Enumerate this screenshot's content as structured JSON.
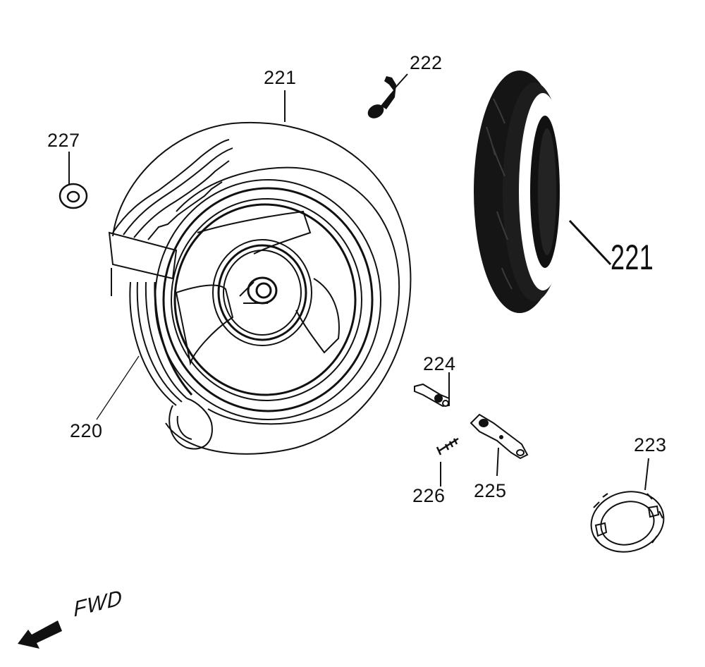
{
  "diagram": {
    "type": "exploded-parts-diagram",
    "subject": "scooter rear wheel assembly",
    "callouts": [
      {
        "id": "220",
        "part": "wheel rim"
      },
      {
        "id": "221",
        "part": "tire (drawing)"
      },
      {
        "id": "221",
        "part": "tire (whitewall photo)"
      },
      {
        "id": "222",
        "part": "air valve"
      },
      {
        "id": "223",
        "part": "brake shoe set"
      },
      {
        "id": "224",
        "part": "cam / spring part"
      },
      {
        "id": "225",
        "part": "brake arm"
      },
      {
        "id": "226",
        "part": "bolt"
      },
      {
        "id": "227",
        "part": "axle nut"
      }
    ]
  },
  "labels": {
    "l220": "220",
    "l221_top": "221",
    "l221_photo": "221",
    "l222": "222",
    "l223": "223",
    "l224": "224",
    "l225": "225",
    "l226": "226",
    "l227": "227"
  },
  "direction": {
    "text": "FWD",
    "icon": "arrow-left-down-icon"
  },
  "colors": {
    "line": "#111111",
    "tire_black": "#151515",
    "whitewall": "#ffffff",
    "background": "#ffffff"
  }
}
